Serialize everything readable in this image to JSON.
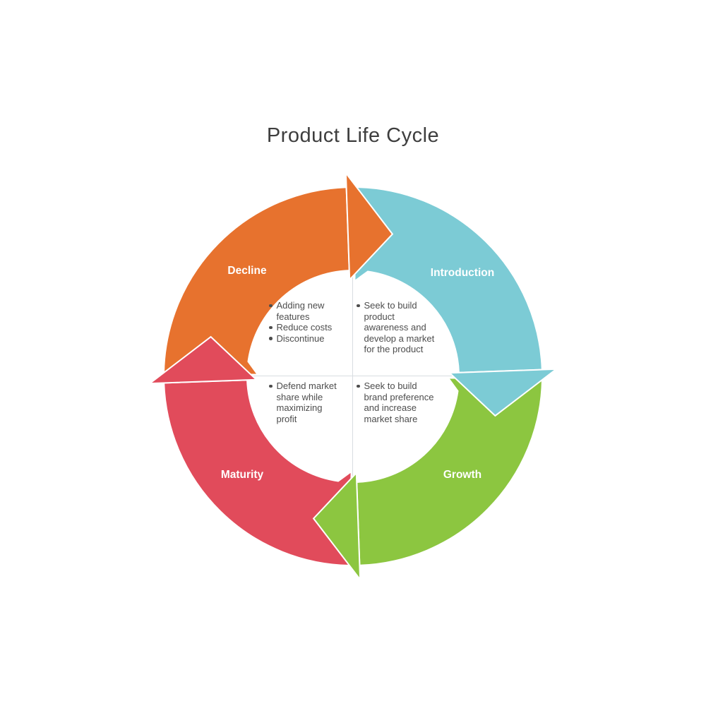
{
  "title": "Product Life Cycle",
  "divider_color": "#d8dde1",
  "title_color": "#3e3e3e",
  "note_text_color": "#4d4d4d",
  "cycle_direction": "clockwise",
  "segments": [
    {
      "name": "decline",
      "label": "Decline",
      "color": "#e7722e",
      "items": [
        "Adding new features",
        "Reduce costs",
        "Discontinue"
      ]
    },
    {
      "name": "introduction",
      "label": "Introduction",
      "color": "#7ccbd5",
      "items": [
        "Seek to build product awareness and develop a market for the product"
      ]
    },
    {
      "name": "growth",
      "label": "Growth",
      "color": "#8cc640",
      "items": [
        "Seek to build brand preference and increase market share"
      ]
    },
    {
      "name": "maturity",
      "label": "Maturity",
      "color": "#e14b5b",
      "items": [
        "Defend market share while maximizing profit"
      ]
    }
  ]
}
